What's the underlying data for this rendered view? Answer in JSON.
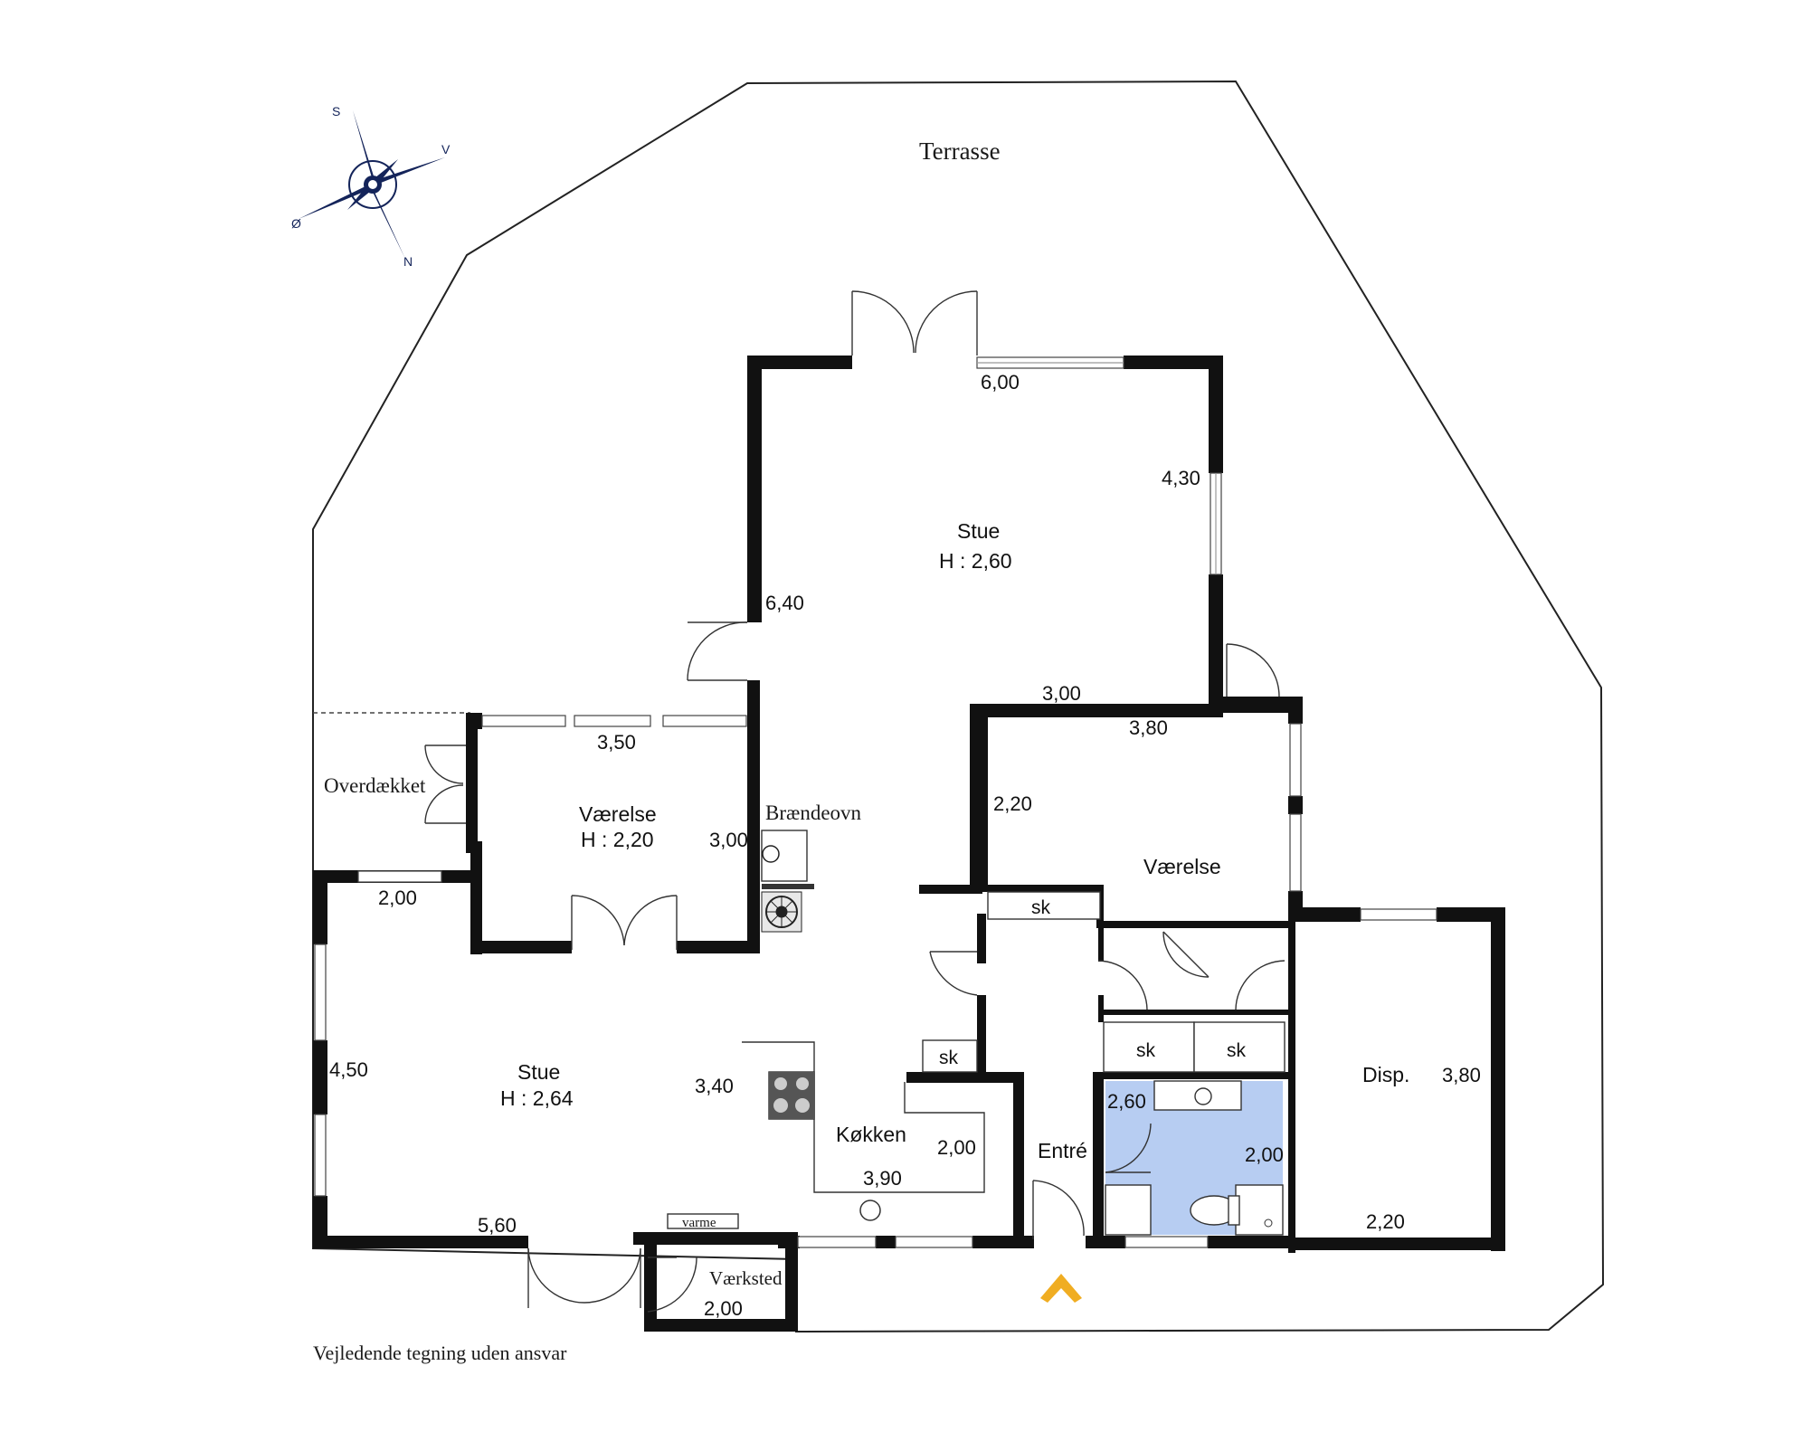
{
  "colors": {
    "wall": "#111111",
    "outline": "#222222",
    "bathroom": "#b7cdf2",
    "compass": "#14245a",
    "entrance_arrow": "#f0ad22"
  },
  "labels": {
    "terrasse": "Terrasse",
    "overdaekket": "Overdækket",
    "braendeovn": "Brændeovn",
    "vaerksted": "Værksted",
    "varme": "varme",
    "disclaimer": "Vejledende tegning uden ansvar"
  },
  "compass": {
    "s": "S",
    "v": "V",
    "o": "Ø",
    "n": "N",
    "icon": "compass-rose-icon"
  },
  "rooms": {
    "stue_top": {
      "name": "Stue",
      "height": "H : 2,60"
    },
    "stue_left": {
      "name": "Stue",
      "height": "H : 2,64"
    },
    "vaerelse_left": {
      "name": "Værelse",
      "height": "H : 2,20"
    },
    "vaerelse_right": {
      "name": "Værelse"
    },
    "koekken": {
      "name": "Køkken"
    },
    "entre": {
      "name": "Entré"
    },
    "disp": {
      "name": "Disp."
    }
  },
  "closets": {
    "sk1": "sk",
    "sk2": "sk",
    "sk3": "sk",
    "sk4": "sk"
  },
  "dimensions": {
    "stue_top_width": "6,00",
    "stue_top_right": "4,30",
    "stue_top_left": "6,40",
    "stue_top_bottom": "3,00",
    "vaerelse_right_width": "3,80",
    "vaerelse_right_height": "2,20",
    "vaerelse_left_width": "3,50",
    "vaerelse_left_height": "3,00",
    "overdaekket_width": "2,00",
    "stue_left_height": "4,50",
    "stue_left_width": "5,60",
    "koekken_left": "3,40",
    "koekken_right": "2,00",
    "koekken_width": "3,90",
    "bath_width": "2,60",
    "bath_height": "2,00",
    "disp_height": "3,80",
    "disp_width": "2,20",
    "vaerksted_width": "2,00"
  }
}
